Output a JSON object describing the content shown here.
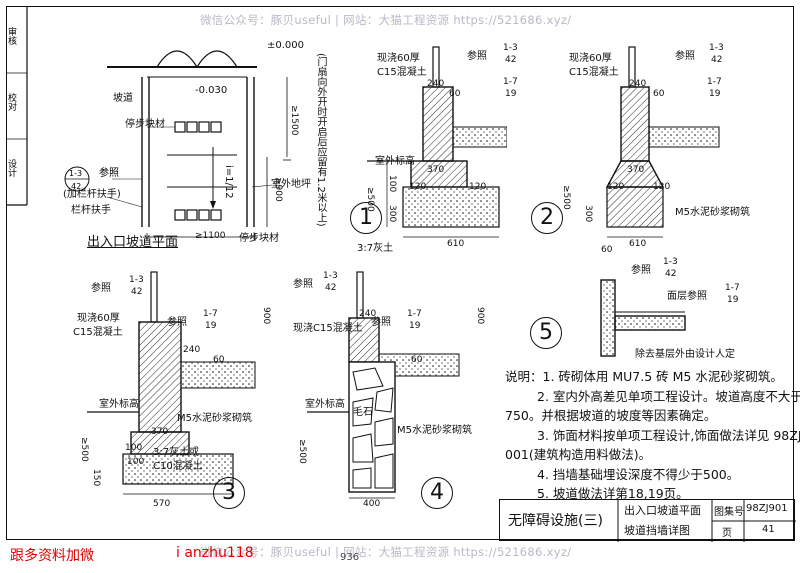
{
  "watermark_top": "微信公众号：豚贝useful | 网站：大猫工程资源 https://521686.xyz/",
  "watermark_bottom": "微信公众号：豚贝useful | 网站：大猫工程资源 https://521686.xyz/",
  "plan": {
    "title": "出入口坡道平面",
    "elev_top": "±0.000",
    "elev_bottom": "-0.030",
    "ramp": "坡道",
    "stop_block_top": "停步块材",
    "stop_block_bottom": "停步块材",
    "ref": "参照",
    "ref_num": "1-3",
    "ref_page": "42",
    "handrail_add": "(加栏杆扶手)",
    "handrail": "栏杆扶手",
    "slope": "i=1/12",
    "ramp_floor": "室外地坪",
    "dim_1500": "≥1500",
    "dim_900": "≥900",
    "dim_1100": "≥1100",
    "door_note": "(门扇向外开时开启后应留有1.2米以上)"
  },
  "detail1": {
    "num": "1",
    "concrete": "现浇60厚",
    "concrete2": "C15混凝土",
    "ref": "参照",
    "ref1_num": "1-3",
    "ref1_page": "42",
    "ref2_num": "1-7",
    "ref2_page": "19",
    "ext_elev": "室外标高",
    "lime": "3:7灰土",
    "d240": "240",
    "d60": "60",
    "d370": "370",
    "d120a": "120",
    "d120b": "120",
    "d500": "≥500",
    "d300": "300",
    "d610": "610",
    "d100": "100"
  },
  "detail2": {
    "num": "2",
    "concrete": "现浇60厚",
    "concrete2": "C15混凝土",
    "ref": "参照",
    "ref1_num": "1-3",
    "ref1_page": "42",
    "ref2_num": "1-7",
    "ref2_page": "19",
    "mortar": "M5水泥砂浆砌筑",
    "d240": "240",
    "d60": "60",
    "d370": "370",
    "d120a": "120",
    "d120b": "120",
    "d500": "≥500",
    "d300": "300",
    "d610": "610"
  },
  "detail3": {
    "num": "3",
    "concrete": "现浇60厚",
    "concrete2": "C15混凝土",
    "ref": "参照",
    "ref1_num": "1-3",
    "ref1_page": "42",
    "ref2_num": "1-7",
    "ref2_page": "19",
    "ext_elev": "室外标高",
    "mortar": "M5水泥砂浆砌筑",
    "lime": "3:7灰土或",
    "lime2": "C10混凝土",
    "d240": "240",
    "d60": "60",
    "d900": "900",
    "d370": "370",
    "d100a": "100",
    "d100b": "100",
    "d500": "≥500",
    "d150": "150",
    "d570": "570"
  },
  "detail4": {
    "num": "4",
    "concrete": "现浇C15混凝土",
    "ref": "参照",
    "ref1_num": "1-3",
    "ref1_page": "42",
    "ref2_num": "1-7",
    "ref2_page": "19",
    "ext_elev": "室外标高",
    "stone": "毛石",
    "mortar": "M5水泥砂浆砌筑",
    "d240": "240",
    "d60": "60",
    "d900": "900",
    "d500": "≥500",
    "d400": "400"
  },
  "detail5": {
    "num": "5",
    "ref": "参照",
    "ref_num": "1-3",
    "ref_page": "42",
    "face_ref": "面层参照",
    "face_num": "1-7",
    "face_page": "19",
    "design": "除去基层外由设计人定",
    "d60": "60"
  },
  "notes": [
    "说明：1. 砖砌体用 MU7.5 砖  M5 水泥砂浆砌筑。",
    "2. 室内外高差见单项工程设计。坡道高度不大于",
    "750。并根据坡道的坡度等因素确定。",
    "3. 饰面材料按单项工程设计,饰面做法详见 98ZJ",
    "001(建筑构造用料做法)。",
    "4. 挡墙基础埋设深度不得少于500。",
    "5. 坡道做法详第18,19页。"
  ],
  "title_block": {
    "main": "无障碍设施(三)",
    "sub1": "出入口坡道平面",
    "sub2": "坡道挡墙详图",
    "set_label": "图集号",
    "set_value": "98ZJ901",
    "page_label": "页",
    "page_value": "41"
  },
  "side_strip": [
    "审核",
    "校对",
    "设计"
  ],
  "page_number": "936",
  "footer_left": "跟多资料加微",
  "footer_right": "i anzhu118"
}
